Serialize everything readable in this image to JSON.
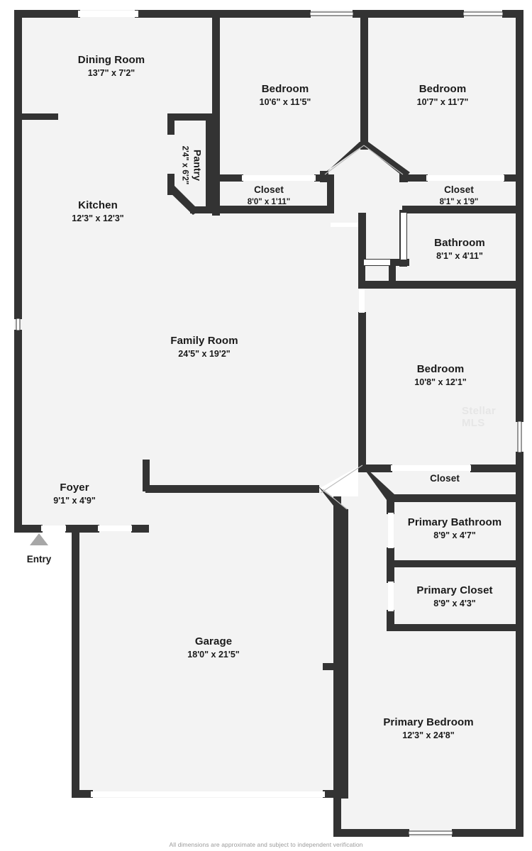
{
  "document": {
    "type": "residential-floor-plan",
    "footer_note": "All dimensions are approximate and subject to independent verification",
    "watermark": "Stellar MLS",
    "entry_label": "Entry",
    "colors": {
      "wall": "#333333",
      "room_fill": "#f3f3f3",
      "background": "#ffffff",
      "text": "#1a1a1a",
      "footer_text": "#9a9a9a",
      "entry_arrow": "#a7a7a7",
      "watermark": "#e6e6e6"
    }
  },
  "rooms": [
    {
      "id": "dining-room",
      "name": "Dining Room",
      "dimensions": "13'7\" x 7'2\""
    },
    {
      "id": "kitchen",
      "name": "Kitchen",
      "dimensions": "12'3\" x 12'3\""
    },
    {
      "id": "pantry",
      "name": "Pantry",
      "dimensions": "2'4\" x 6'2\""
    },
    {
      "id": "bedroom-2",
      "name": "Bedroom",
      "dimensions": "10'6\" x 11'5\""
    },
    {
      "id": "bedroom-3",
      "name": "Bedroom",
      "dimensions": "10'7\" x 11'7\""
    },
    {
      "id": "closet-bedroom-2",
      "name": "Closet",
      "dimensions": "8'0\" x 1'11\""
    },
    {
      "id": "closet-bedroom-3",
      "name": "Closet",
      "dimensions": "8'1\" x 1'9\""
    },
    {
      "id": "bathroom",
      "name": "Bathroom",
      "dimensions": "8'1\" x 4'11\""
    },
    {
      "id": "bedroom-4",
      "name": "Bedroom",
      "dimensions": "10'8\" x 12'1\""
    },
    {
      "id": "family-room",
      "name": "Family Room",
      "dimensions": "24'5\" x 19'2\""
    },
    {
      "id": "foyer",
      "name": "Foyer",
      "dimensions": "9'1\" x 4'9\""
    },
    {
      "id": "closet-hall",
      "name": "Closet",
      "dimensions": ""
    },
    {
      "id": "primary-bathroom",
      "name": "Primary Bathroom",
      "dimensions": "8'9\" x 4'7\""
    },
    {
      "id": "primary-closet",
      "name": "Primary Closet",
      "dimensions": "8'9\" x 4'3\""
    },
    {
      "id": "garage",
      "name": "Garage",
      "dimensions": "18'0\" x 21'5\""
    },
    {
      "id": "primary-bedroom",
      "name": "Primary Bedroom",
      "dimensions": "12'3\" x 24'8\""
    }
  ]
}
